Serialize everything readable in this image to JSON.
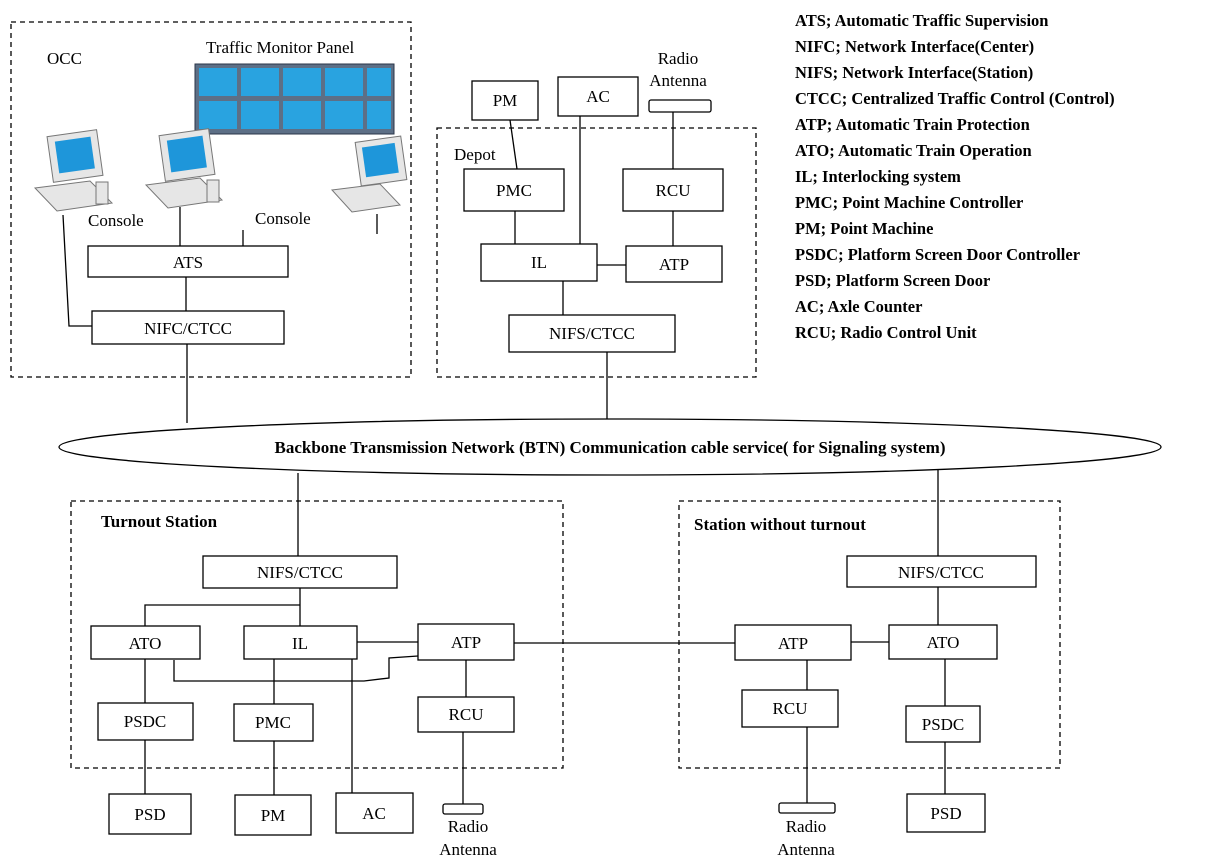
{
  "legend": [
    "ATS; Automatic Traffic Supervision",
    "NIFC; Network Interface(Center)",
    "NIFS; Network Interface(Station)",
    "CTCC; Centralized Traffic Control (Control)",
    "ATP; Automatic Train Protection",
    "ATO; Automatic Train Operation",
    "IL; Interlocking system",
    "PMC; Point Machine Controller",
    "PM; Point Machine",
    "PSDC; Platform Screen Door Controller",
    "PSD; Platform Screen Door",
    "AC; Axle Counter",
    "RCU; Radio Control Unit"
  ],
  "occ": {
    "title": "OCC",
    "panel_label": "Traffic Monitor Panel",
    "console_left": "Console",
    "console_right": "Console",
    "ats": "ATS",
    "nifc": "NIFC/CTCC"
  },
  "depot": {
    "title": "Depot",
    "pm": "PM",
    "ac": "AC",
    "radio_line1": "Radio",
    "radio_line2": "Antenna",
    "pmc": "PMC",
    "rcu": "RCU",
    "il": "IL",
    "atp": "ATP",
    "nifs": "NIFS/CTCC"
  },
  "btn": {
    "label": "Backbone Transmission Network (BTN) Communication cable service( for Signaling system)"
  },
  "turnout": {
    "title": "Turnout Station",
    "nifs": "NIFS/CTCC",
    "ato": "ATO",
    "il": "IL",
    "atp": "ATP",
    "psdc": "PSDC",
    "pmc": "PMC",
    "rcu": "RCU",
    "psd": "PSD",
    "pm": "PM",
    "ac": "AC",
    "radio_line1": "Radio",
    "radio_line2": "Antenna"
  },
  "noturnout": {
    "title": "Station without turnout",
    "nifs": "NIFS/CTCC",
    "atp": "ATP",
    "ato": "ATO",
    "rcu": "RCU",
    "psdc": "PSDC",
    "psd": "PSD",
    "radio_line1": "Radio",
    "radio_line2": "Antenna"
  }
}
